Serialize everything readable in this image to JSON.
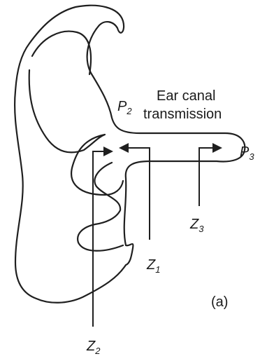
{
  "caption": "(a)",
  "title": {
    "line1": "Ear canal",
    "line2": "transmission"
  },
  "points": [
    {
      "id": "P2",
      "base": "P",
      "sub": "2"
    },
    {
      "id": "P3",
      "base": "P",
      "sub": "3"
    }
  ],
  "impedances": [
    {
      "id": "Z1",
      "base": "Z",
      "sub": "1"
    },
    {
      "id": "Z2",
      "base": "Z",
      "sub": "2"
    },
    {
      "id": "Z3",
      "base": "Z",
      "sub": "3"
    }
  ]
}
